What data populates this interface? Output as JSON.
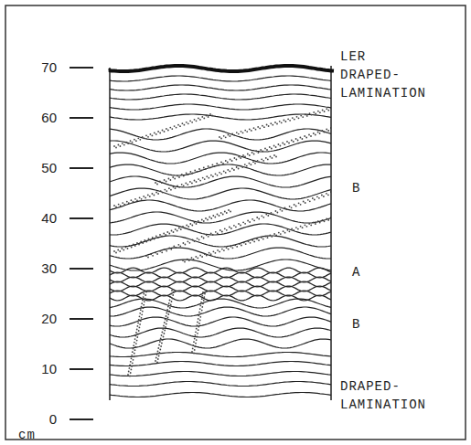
{
  "diagram": {
    "labels": [
      "70",
      "60",
      "50",
      "40",
      "30",
      "20",
      "10",
      "0",
      "cm",
      "LER",
      "DRAPED- LAMINATION",
      "B",
      "A",
      "B",
      "DRAPED- LAMINATION"
    ]
  }
}
